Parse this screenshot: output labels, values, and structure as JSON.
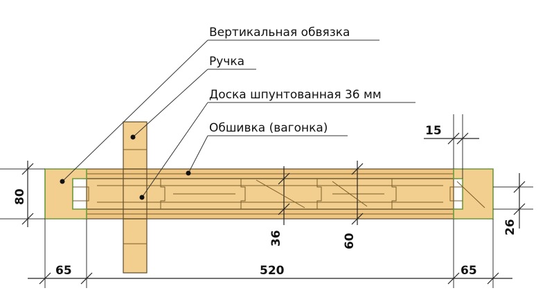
{
  "labels": {
    "vertical_frame": "Вертикальная обвязка",
    "handle": "Ручка",
    "tongue_board": "Доска шпунтованная 36 мм",
    "cladding": "Обшивка (вагонка)"
  },
  "dimensions": {
    "height_80": "80",
    "width_65_left": "65",
    "width_520": "520",
    "width_65_right": "65",
    "dim_15": "15",
    "dim_26": "26",
    "dim_36": "36",
    "dim_60": "60"
  },
  "colors": {
    "wood": "#f3cf8f",
    "stile_outline": "#6a9a3a"
  }
}
